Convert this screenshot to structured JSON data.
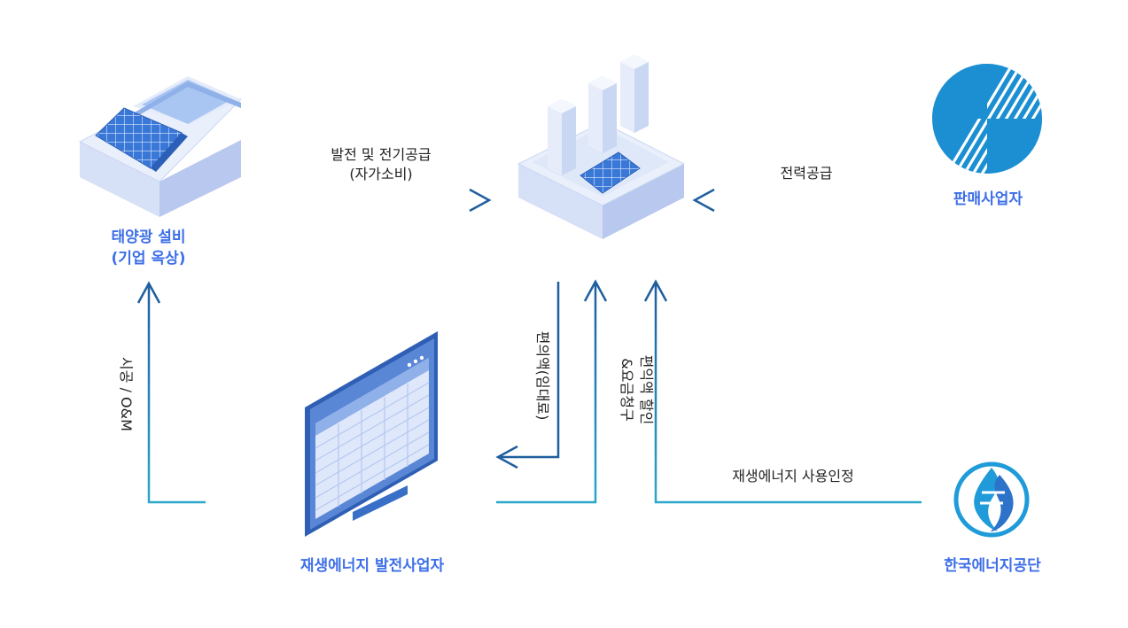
{
  "colors": {
    "accent_label": "#3d6fe8",
    "arrow_dark": "#1f5f9e",
    "arrow_light": "#2aa7c9",
    "building_face": "#dfe7f8",
    "building_side": "#b9c8ee",
    "solar_panel": "#3a78d8"
  },
  "nodes": {
    "solar": {
      "line1": "태양광 설비",
      "line2": "(기업 옥상)",
      "icon": "rooftop-solar-building-icon"
    },
    "factory": {
      "icon": "factory-with-solar-icon"
    },
    "seller": {
      "label": "판매사업자",
      "icon": "kepco-logo-icon"
    },
    "generator": {
      "label": "재생에너지 발전사업자",
      "icon": "monitor-spreadsheet-icon"
    },
    "energy_agency": {
      "label": "한국에너지공단",
      "icon": "kea-logo-icon"
    }
  },
  "edges": {
    "solar_to_factory": {
      "line1": "발전 및 전기공급",
      "line2": "(자가소비)"
    },
    "seller_to_factory": {
      "label": "전력공급"
    },
    "generator_to_solar": {
      "label": "시공 / O&M"
    },
    "factory_to_generator": {
      "label": "편의액(임대료)"
    },
    "generator_to_factory": {
      "line1": "편익액 할인",
      "line2": "&요금청구"
    },
    "agency_to_factory": {
      "label": "재생에너지 사용인정"
    }
  }
}
